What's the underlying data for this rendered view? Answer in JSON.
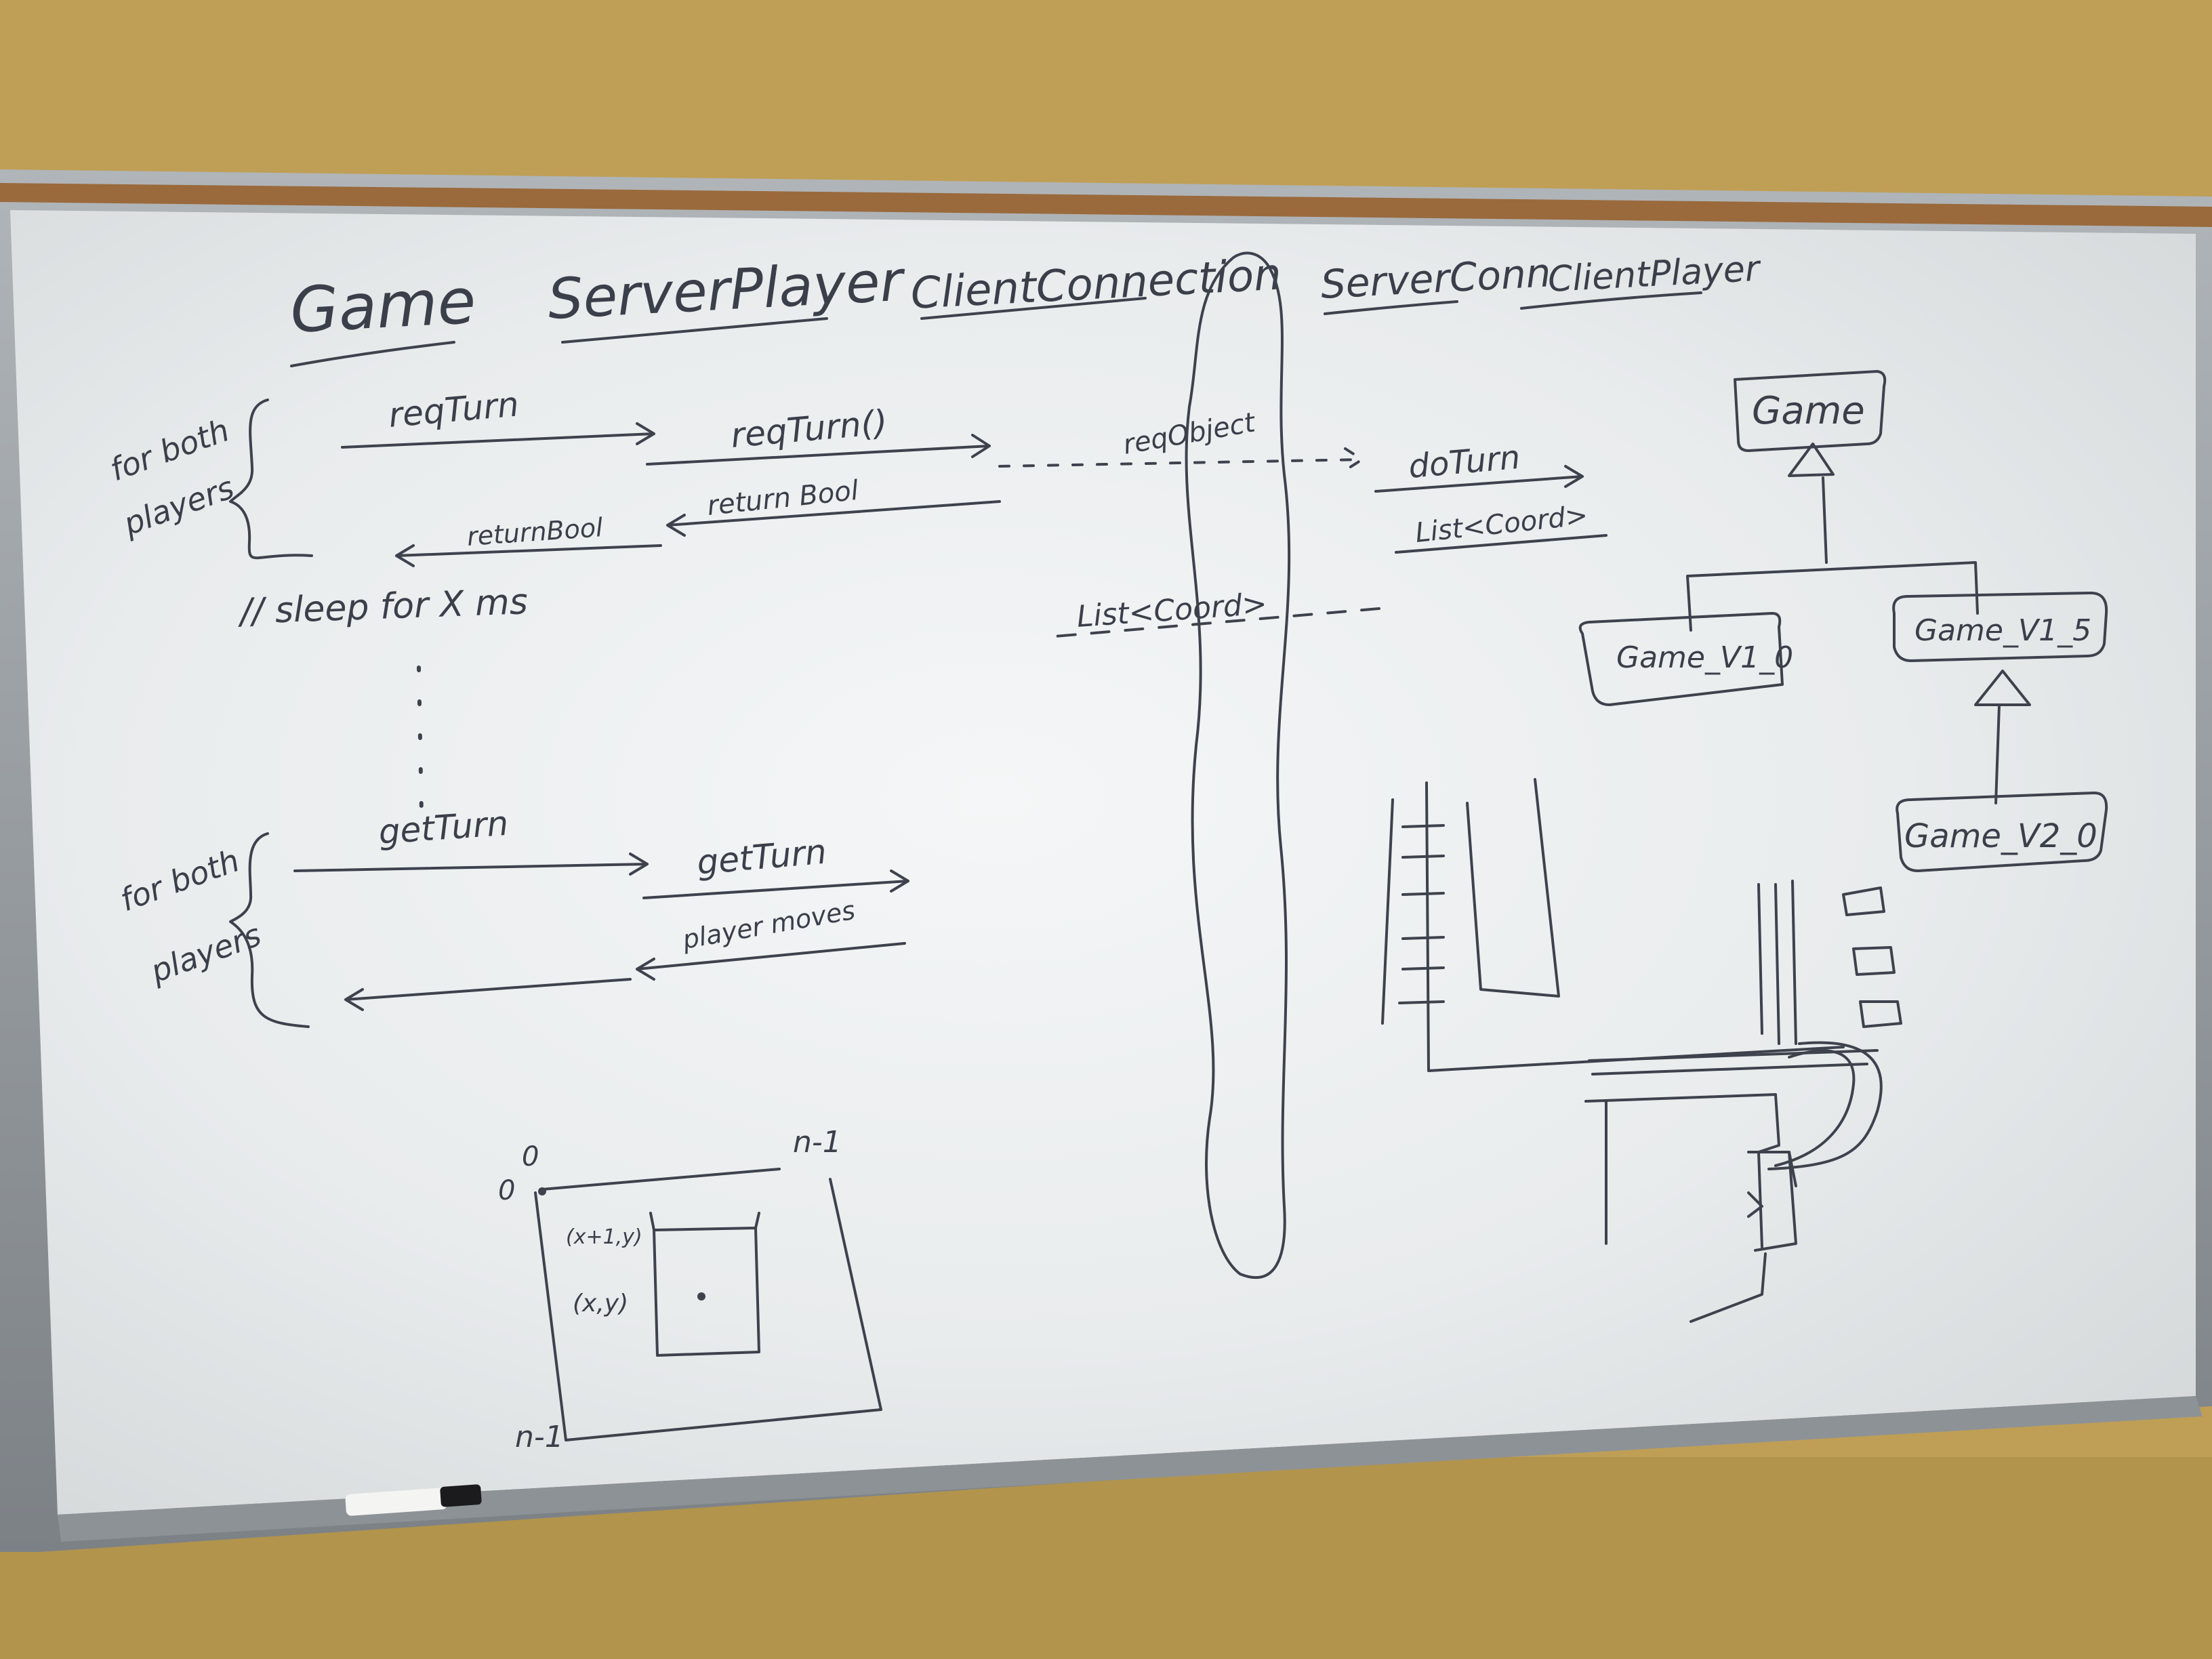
{
  "sequence_headers": {
    "game": "Game",
    "server_player": "ServerPlayer",
    "client_connection": "ClientConnection",
    "server_conn": "ServerConn",
    "client_player": "ClientPlayer"
  },
  "notes": {
    "for_both_players_1_line1": "for both",
    "for_both_players_1_line2": "players",
    "for_both_players_2_line1": "for both",
    "for_both_players_2_line2": "players",
    "sleep": "// sleep for X ms"
  },
  "messages": {
    "req_turn_1": "reqTurn",
    "req_turn_2": "reqTurn()",
    "req_object": "reqObject",
    "do_turn": "doTurn",
    "return_bool_1": "return Bool",
    "return_bool_2": "returnBool",
    "list_coord_1": "List<Coord>",
    "list_coord_2": "List<Coord>",
    "get_turn_1": "getTurn",
    "get_turn_2": "getTurn",
    "player_moves": "player moves"
  },
  "class_diagram": {
    "base": "Game",
    "v1_0": "Game_V1_0",
    "v1_5": "Game_V1_5",
    "v2_0": "Game_V2_0"
  },
  "grid_sketch": {
    "origin_0a": "0",
    "origin_0b": "0",
    "top_right": "n-1",
    "bottom_left": "n-1",
    "cell_a": "(x+1,y)",
    "cell_b": "(x,y)"
  },
  "colors": {
    "wall": "#bf9f56",
    "board": "#eef1f2",
    "frame": "#9aa0a5",
    "ink": "#3a3f4a"
  }
}
